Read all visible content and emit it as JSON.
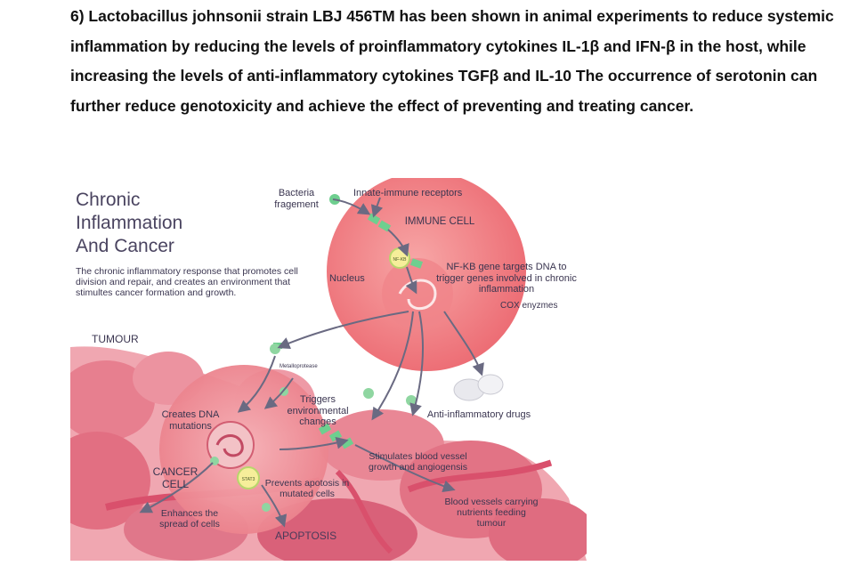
{
  "paragraph": {
    "text": "6)  Lactobacillus johnsonii strain LBJ 456TM has been shown in animal experiments to reduce systemic inflammation by reducing the levels of proinflammatory cytokines IL-1β  and IFN-β  in the host, while increasing the levels of anti-inflammatory cytokines TGFβ  and IL-10 The occurrence of serotonin can further reduce genotoxicity and achieve the effect of preventing and treating cancer."
  },
  "figure": {
    "title_line1": "Chronic",
    "title_line2": "Inflammation",
    "title_line3": "And Cancer",
    "description": "The chronic inflammatory response that promotes cell division and repair, and creates an environment that stimultes cancer formation and growth.",
    "bacteria_label": "Bacteria fragement",
    "receptors_label": "Innate-immune receptors",
    "immune_cell_label": "IMMUNE CELL",
    "nucleus_label": "Nucleus",
    "nfkb_label": "NF-KB gene targets DNA to trigger genes involved in chronic inflammation",
    "cox_label": "COX enyzmes",
    "tumour_label": "TUMOUR",
    "metalloprotease_label": "Metalloprotease",
    "triggers_label": "Triggers environmental changes",
    "creates_dna_label": "Creates DNA mutations",
    "anti_inflammatory_label": "Anti-inflammatory drugs",
    "stimulates_label": "Stimulates blood vessel growth and angiogensis",
    "cancer_cell_label": "CANCER CELL",
    "prevents_label": "Prevents apotosis in mutated cells",
    "enhances_label": "Enhances the spread of cells",
    "blood_vessels_label": "Blood vessels carrying nutrients feeding tumour",
    "apoptosis_label": "APOPTOSIS",
    "nfkb_badge": "NF-KB",
    "stat3_badge": "STAT3",
    "colors": {
      "immune_cell": "#ee6f78",
      "tumour": "#e9889a",
      "arrow": "#6a6a82",
      "receptor": "#6ecf8f"
    }
  }
}
